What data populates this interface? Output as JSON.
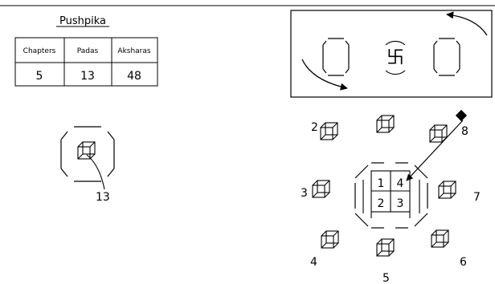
{
  "table": {
    "title": "Pushpika",
    "headers": [
      "Chapters",
      "Padas",
      "Aksharas"
    ],
    "values": [
      "5",
      "13",
      "48"
    ]
  },
  "symbol": {
    "center_glyph": "卐"
  },
  "small_figure": {
    "label": "13"
  },
  "large_figure": {
    "cube_labels": [
      "2",
      "3",
      "4",
      "5",
      "6",
      "7",
      "8"
    ],
    "center_grid": [
      "1",
      "4",
      "2",
      "3"
    ]
  }
}
